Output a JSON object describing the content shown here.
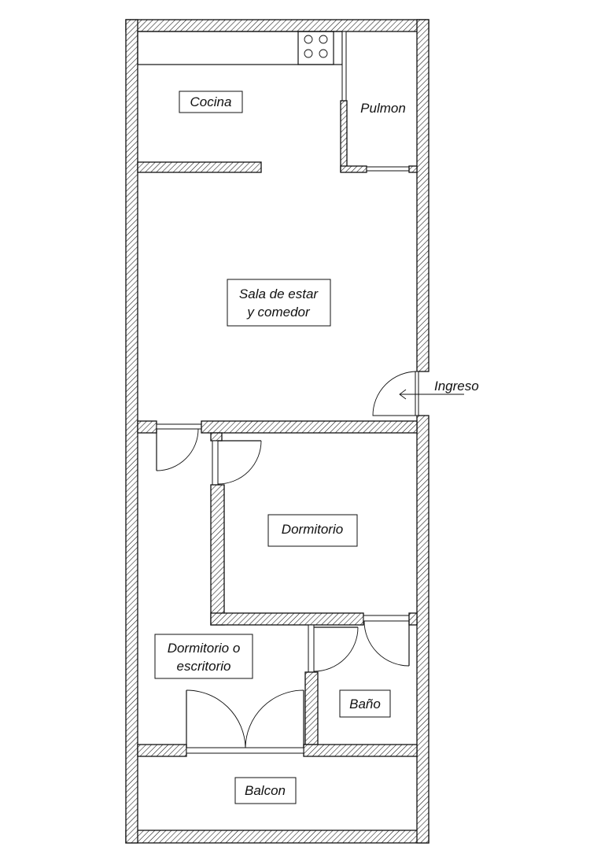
{
  "rooms": {
    "kitchen": "Cocina",
    "shaft": "Pulmon",
    "living_line1": "Sala de estar",
    "living_line2": "y comedor",
    "entrance": "Ingreso",
    "bedroom": "Dormitorio",
    "study_line1": "Dormitorio o",
    "study_line2": "escritorio",
    "bathroom": "Baño",
    "balcony": "Balcon"
  },
  "colors": {
    "line": "#111111",
    "background": "#ffffff"
  }
}
